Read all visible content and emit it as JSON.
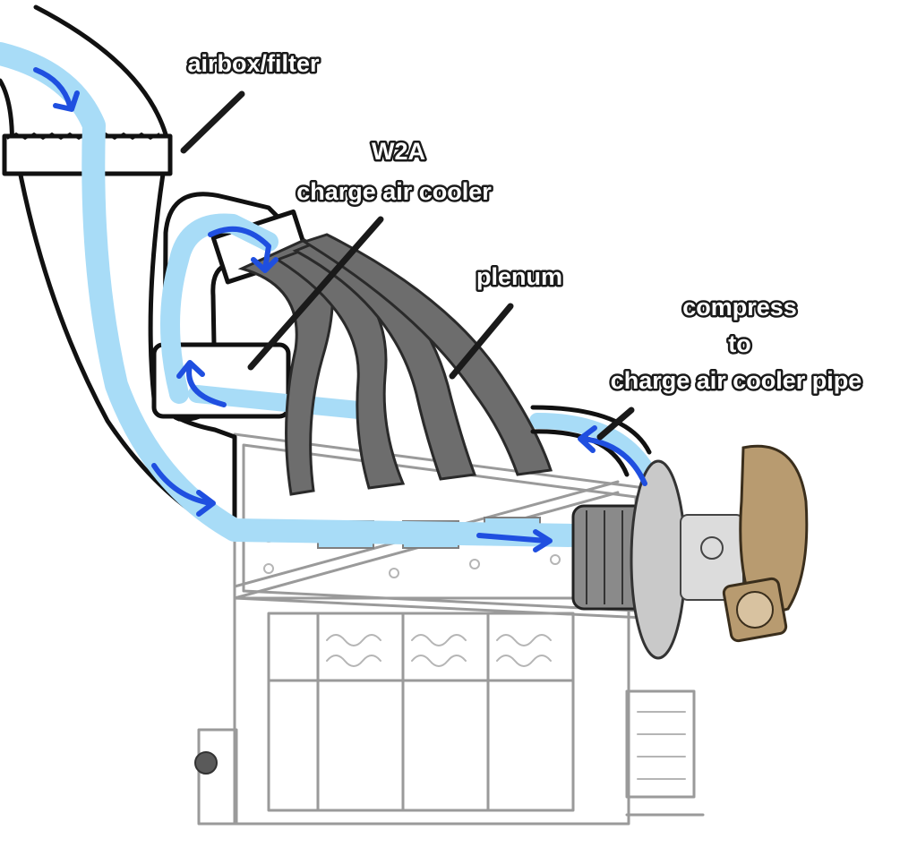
{
  "labels": {
    "airbox": "airbox/filter",
    "w2a_line1": "W2A",
    "w2a_line2": "charge air cooler",
    "plenum": "plenum",
    "compress_line1": "compress",
    "compress_line2": "to",
    "compress_line3": "charge air cooler pipe"
  },
  "colors": {
    "airflow_band": "#a8dcf7",
    "flow_arrow": "#1f4fe0",
    "plenum_fill": "#6d6d6d",
    "turbo_housing": "#b89b70",
    "engine_line": "#9a9a9a",
    "pipe_outline": "#111111"
  }
}
